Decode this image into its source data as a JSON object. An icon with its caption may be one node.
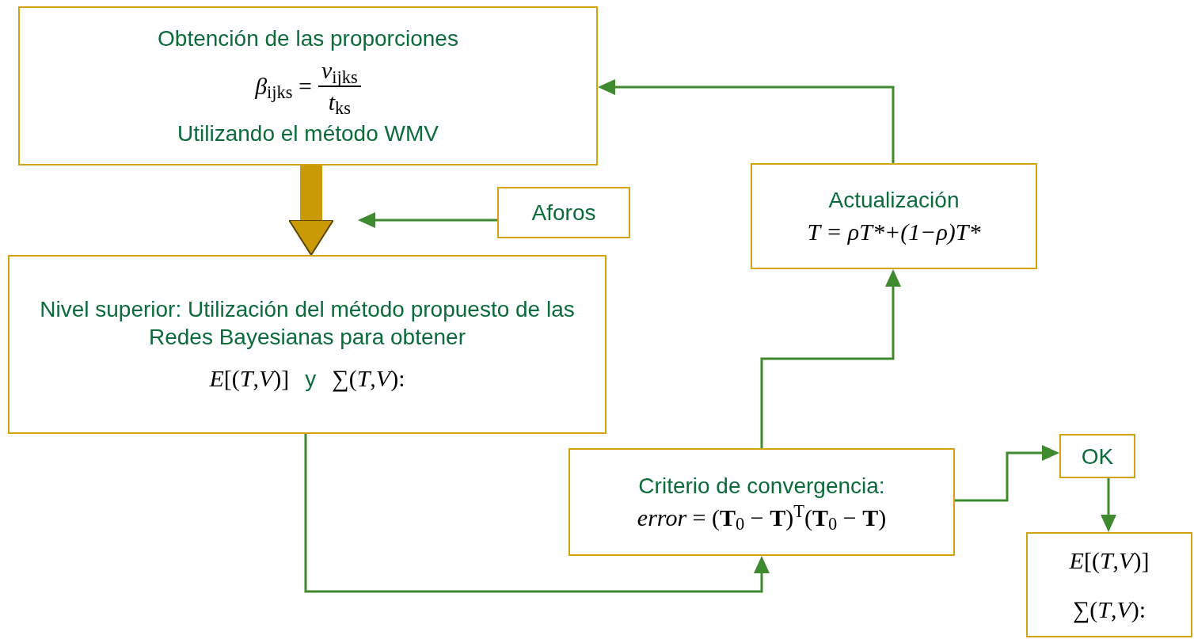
{
  "diagram": {
    "nodes": [
      {
        "text": [
          "Obtención de las proporciones",
          "*β*$_{ijks}$ =",
          "*v*$_{ijks}$",
          "*t*$_{ks}$",
          "Utilizando el método WMV"
        ]
      },
      {
        "text": [
          "Aforos"
        ]
      },
      {
        "text": [
          "Nivel superior: Utilización del método propuesto de las Redes Bayesianas para obtener",
          "*E*[(*T*,*V*)]",
          "y",
          "∑(*T*,*V*):"
        ]
      },
      {
        "text": [
          "Actualización",
          "T = ρT*+(1−ρ)T*"
        ]
      },
      {
        "text": [
          "Criterio de convergencia:",
          "*error* = (**T**$_{0}$ − **T**)$^{T}$(**T**$_{0}$ − **T**)"
        ]
      },
      {
        "text": [
          "OK"
        ]
      },
      {
        "text": [
          "*E*[(*T*,*V*)]",
          "∑(*T*,*V*):"
        ]
      }
    ],
    "edges": [
      {
        "from": 0,
        "to": 2,
        "arrow": "to",
        "style": "thick",
        "color": "#c99a06"
      },
      {
        "from": 1,
        "to": null,
        "arrow": "to"
      },
      {
        "from": 2,
        "to": 4,
        "arrow": "to"
      },
      {
        "from": 4,
        "to": 3,
        "arrow": "to"
      },
      {
        "from": 3,
        "to": 0,
        "arrow": "to"
      },
      {
        "from": 4,
        "to": 5,
        "arrow": "to"
      },
      {
        "from": 5,
        "to": 6,
        "arrow": "to"
      }
    ]
  }
}
